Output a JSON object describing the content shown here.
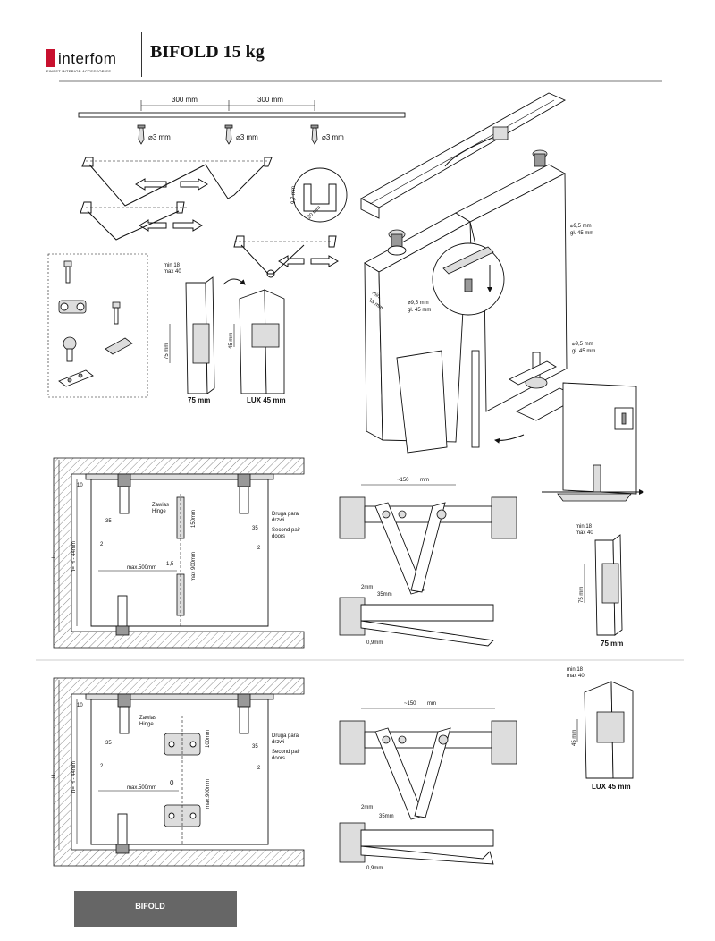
{
  "header": {
    "brand": "interfom",
    "tagline": "FINEST INTERIOR ACCESSORIES",
    "title": "BIFOLD 15 kg",
    "brand_color": "#c8102e"
  },
  "rail_section": {
    "spacing_1": "300 mm",
    "spacing_2": "300 mm",
    "screw_1": "⌀3 mm",
    "screw_2": "⌀3 mm",
    "screw_3": "⌀3 mm",
    "profile_height": "9,7 mm",
    "profile_width": "20 mm"
  },
  "door_3d": {
    "hole_top": [
      "⌀9,5 mm",
      "gł. 45 mm"
    ],
    "hole_left": [
      "⌀9,5 mm",
      "gł. 45 mm"
    ],
    "hole_bottom": [
      "⌀9,5 mm",
      "gł. 45 mm"
    ],
    "min_18": [
      "min.",
      "18 mm"
    ]
  },
  "hinges_top": {
    "minmax": [
      "min 18",
      "max 40"
    ],
    "dim_75": "75 mm",
    "dim_45": "45 mm",
    "label_75": "75 mm",
    "label_lux": "LUX 45 mm"
  },
  "section1": {
    "hinge_label": [
      "Zawias",
      "Hinge"
    ],
    "dim_35a": "35",
    "dim_35b": "35",
    "dim_2a": "2",
    "dim_2b": "2",
    "dim_15": "1,5",
    "dim_150": "150mm",
    "dim_900": "max 900mm",
    "dim_500": "max.500mm",
    "dim_10": "10",
    "second_pair": [
      "Druga para",
      "drzwi",
      "Second pair",
      "doors"
    ],
    "h_label": "H",
    "h_formula": "h= H - 44mm"
  },
  "top_view_1": {
    "width": "~150",
    "unit": "mm",
    "d2": "2mm",
    "d35": "35mm",
    "d09": "0,9mm"
  },
  "hinge_right_1": {
    "minmax": [
      "min 18",
      "max 40"
    ],
    "dim": "75 mm",
    "label": "75 mm"
  },
  "section2": {
    "hinge_label": [
      "Zawias",
      "Hinge"
    ],
    "dim_35a": "35",
    "dim_35b": "35",
    "dim_2a": "2",
    "dim_2b": "2",
    "dim_0": "0",
    "dim_100": "100mm",
    "dim_900": "max.900mm",
    "dim_500": "max.500mm",
    "dim_10": "10",
    "second_pair": [
      "Druga para",
      "drzwi",
      "Second pair",
      "doors"
    ],
    "h_label": "H",
    "h_formula": "h= H - 44mm"
  },
  "top_view_2": {
    "width": "~150",
    "unit": "mm",
    "d2": "2mm",
    "d35": "35mm",
    "d09": "0,9mm"
  },
  "hinge_right_2": {
    "minmax": [
      "min 18",
      "max 40"
    ],
    "dim": "45 mm",
    "label": "LUX 45 mm"
  },
  "footer": {
    "label": "BIFOLD",
    "bar_color": "#666666"
  }
}
